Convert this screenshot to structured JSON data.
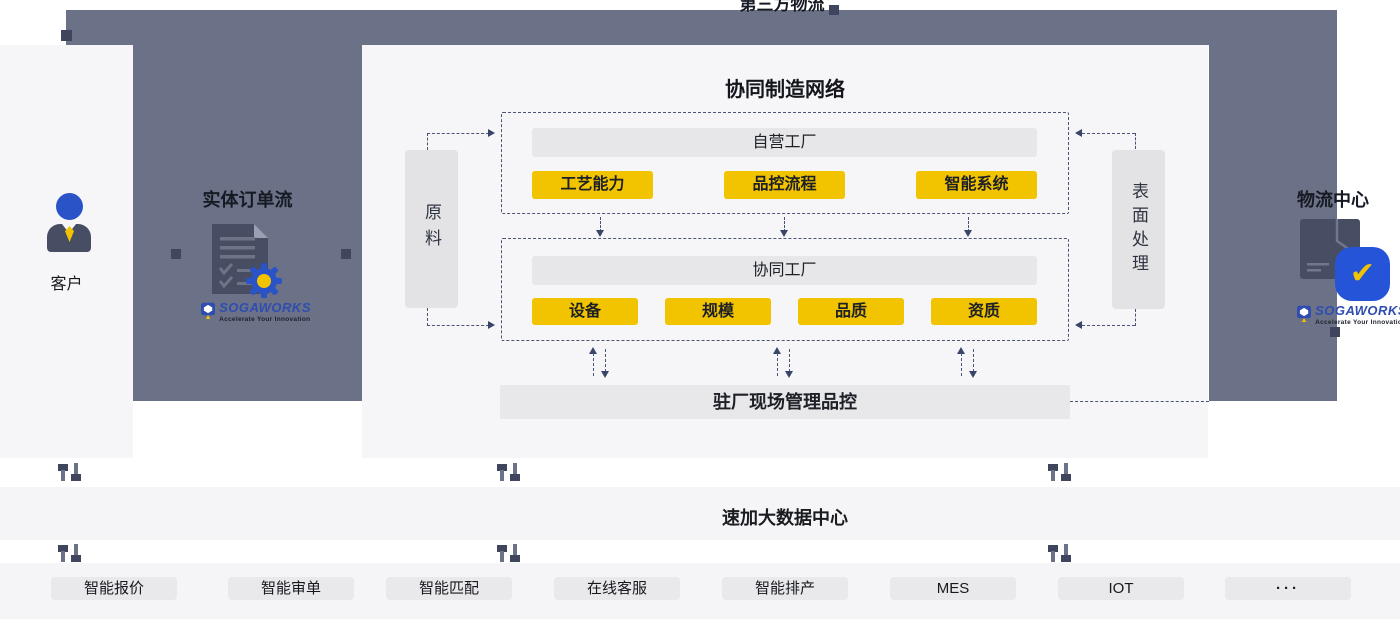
{
  "colors": {
    "dark_slate": "#6b7186",
    "connector_square": "#3f455c",
    "light_panel": "#f6f6f8",
    "gray_block": "#e7e7e9",
    "accent_yellow": "#f2c400",
    "icon_blue": "#2b53c8",
    "badge_blue": "#2554d8",
    "logo_blue": "#2f4db0",
    "dashed_line": "#4b5476"
  },
  "top": {
    "label": "第三方物流"
  },
  "customer": {
    "label": "客户"
  },
  "order_flow": {
    "title": "实体订单流"
  },
  "brand": {
    "name": "SOGAWORKS",
    "tagline": "Accelerate Your Innovation"
  },
  "network": {
    "title": "协同制造网络",
    "raw_material": "原料",
    "surface_treatment": "表面处理",
    "own_factory": {
      "title": "自营工厂",
      "capabilities": [
        "工艺能力",
        "品控流程",
        "智能系统"
      ]
    },
    "partner_factory": {
      "title": "协同工厂",
      "criteria": [
        "设备",
        "规模",
        "品质",
        "资质"
      ]
    },
    "onsite_qc": "驻厂现场管理品控"
  },
  "logistics": {
    "title": "物流中心"
  },
  "data_center": {
    "title": "速加大数据中心"
  },
  "bottom_modules": [
    "智能报价",
    "智能审单",
    "智能匹配",
    "在线客服",
    "智能排产",
    "MES",
    "IOT",
    "···"
  ],
  "glyphs": {
    "check": "✔"
  }
}
